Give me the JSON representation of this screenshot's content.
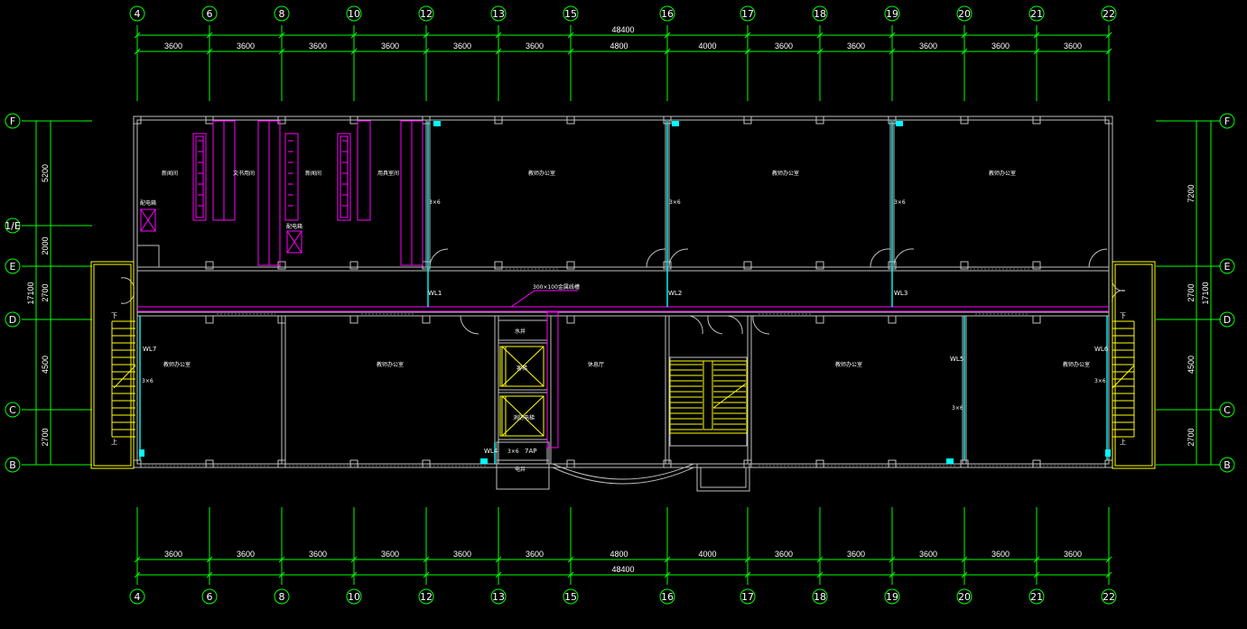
{
  "top_dims": {
    "total": "48400",
    "segments": [
      "3600",
      "3600",
      "3600",
      "3600",
      "3600",
      "3600",
      "4800",
      "4000",
      "3600",
      "3600",
      "3600",
      "3600",
      "3600"
    ]
  },
  "bottom_dims": {
    "total": "48400",
    "segments": [
      "3600",
      "3600",
      "3600",
      "3600",
      "3600",
      "3600",
      "4800",
      "4000",
      "3600",
      "3600",
      "3600",
      "3600",
      "3600"
    ]
  },
  "axis_columns": [
    "4",
    "6",
    "8",
    "10",
    "12",
    "13",
    "15",
    "16",
    "17",
    "18",
    "19",
    "20",
    "21",
    "22"
  ],
  "axis_rows": [
    "F",
    "1/E",
    "E",
    "D",
    "C",
    "B"
  ],
  "right_axis_rows": [
    "F",
    "E",
    "D",
    "C",
    "B"
  ],
  "left_dims": {
    "segments": [
      "5200",
      "2000",
      "2700",
      "4500",
      "2700"
    ],
    "total": "17100"
  },
  "right_dims": {
    "segments": [
      "7200",
      "2700",
      "4500",
      "2700"
    ],
    "total": "17100"
  },
  "rooms": {
    "r1": "新闻间",
    "r2": "文书用间",
    "r3": "新闻间",
    "r4": "用具室间",
    "office_a": "教师办公室",
    "office_b": "教师办公室",
    "office_c": "教师办公室",
    "office_d": "教师办公室",
    "office_e": "教师办公室",
    "lobby": "休息厅",
    "office_f": "教师办公室",
    "office_g": "教师办公室",
    "water_well": "水井",
    "elevator_1": "客梯",
    "elevator_2": "消防电梯",
    "elec_well": "电井",
    "panel_1": "配电箱",
    "panel_2": "配电箱"
  },
  "labels": {
    "wl1": "WL1",
    "wl2": "WL2",
    "wl3": "WL3",
    "wl4": "WL4",
    "wl5": "WL5",
    "wl6": "WL6",
    "wl7": "WL7",
    "ap": "7AP",
    "cable_tray": "300×100金属线槽",
    "up": "上",
    "down": "下",
    "c3x6_a": "3×6",
    "c3x6_b": "3×6",
    "c3x6_c": "3×6",
    "c3x6_d": "3×6",
    "c3x6_e": "3×6",
    "c3x6_f": "3×6",
    "c3x6_g": "3×6"
  },
  "colors": {
    "background": "#000000",
    "grid_line": "#00ff00",
    "wall": "#c0c0c0",
    "wiring_cyan": "#00ffff",
    "wiring_magenta": "#ff00ff",
    "stairs": "#ffff00",
    "text": "#ffffff"
  }
}
